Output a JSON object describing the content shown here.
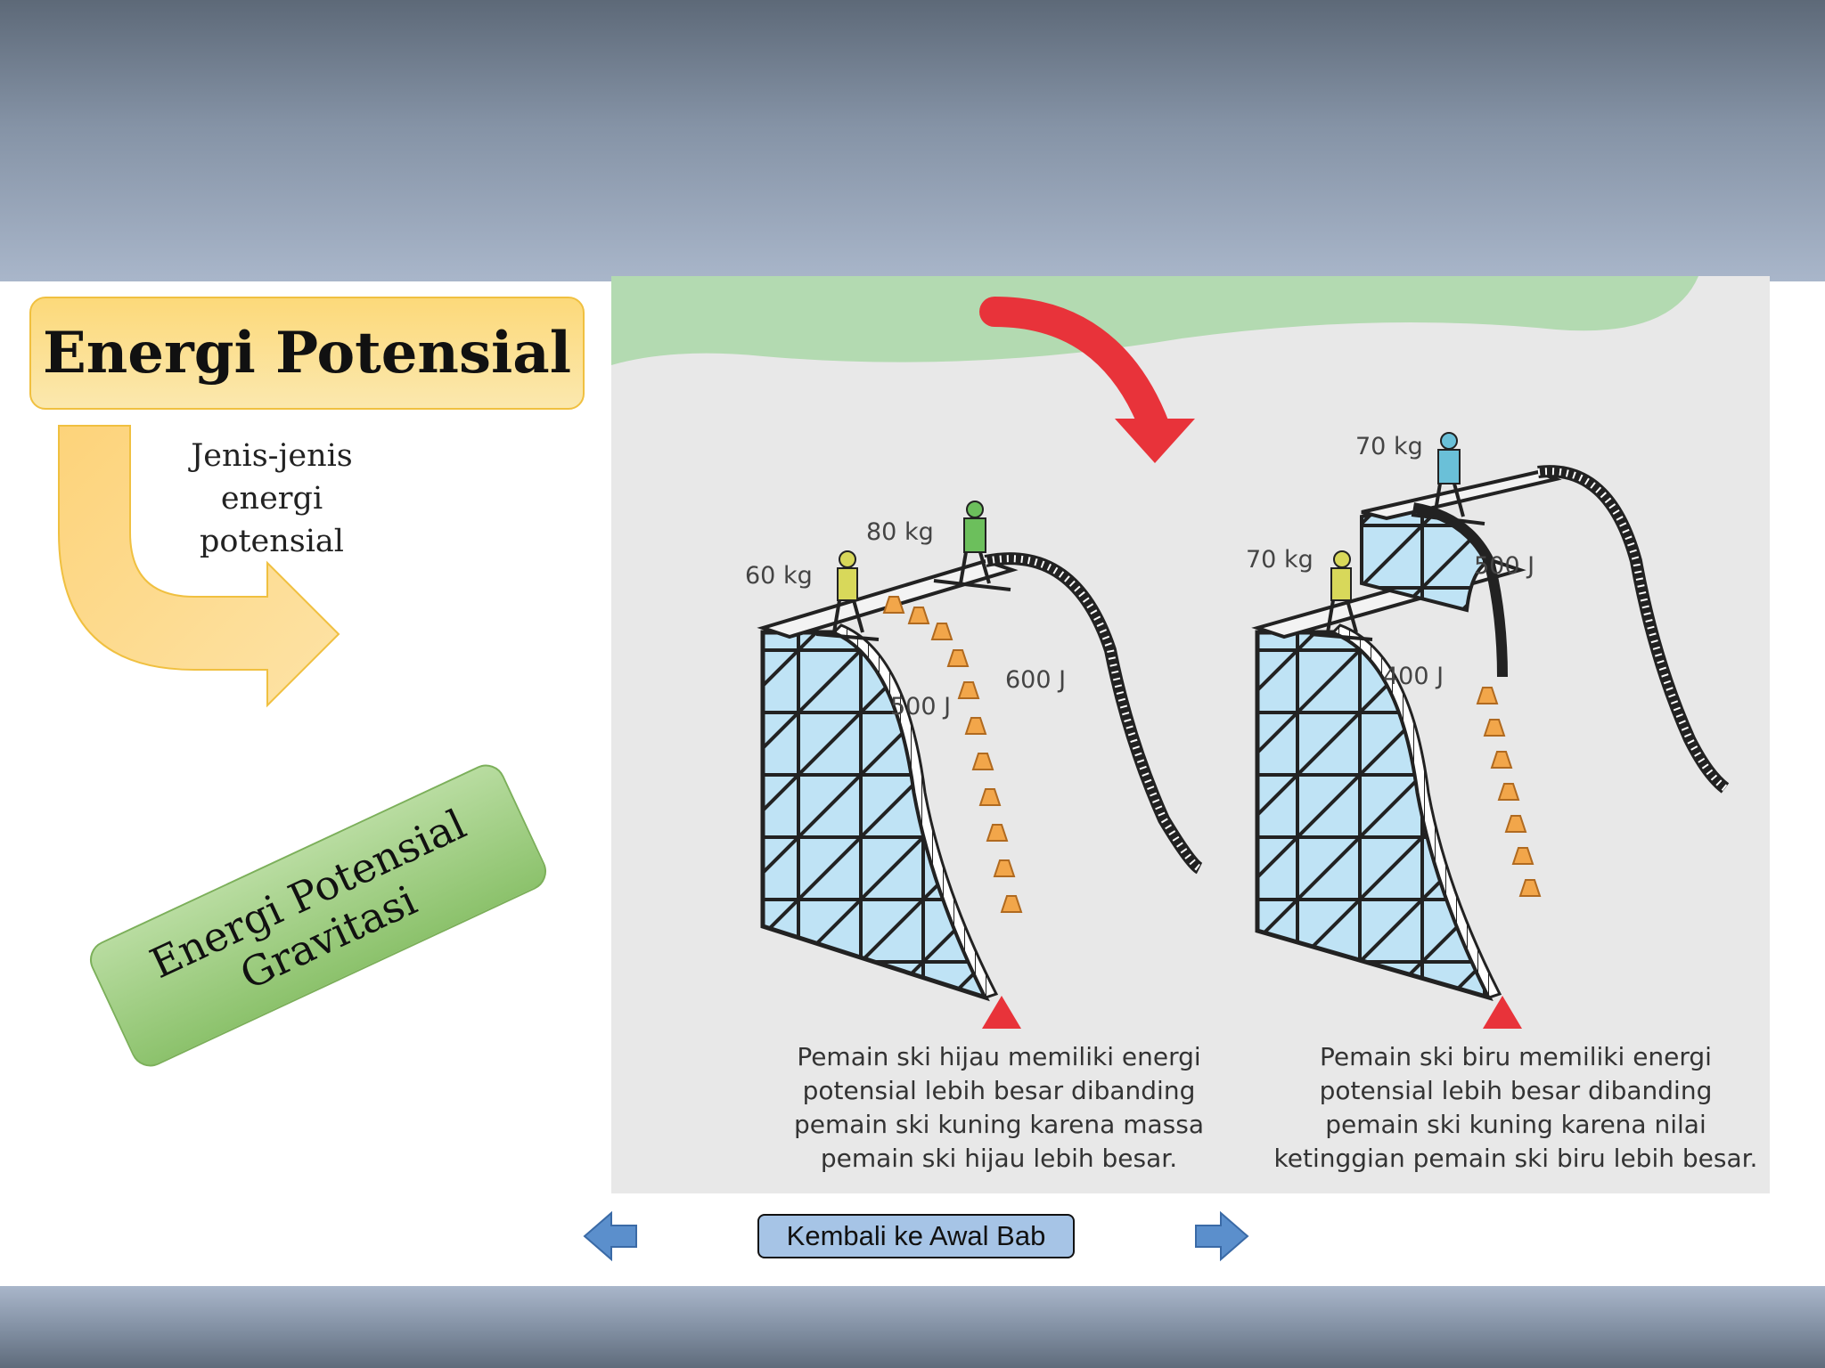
{
  "slide": {
    "title": "Energi Potensial",
    "types_label": "Jenis-jenis\nenergi\npotensial",
    "gravity_label": "Energi Potensial\nGravitasi",
    "back_button": "Kembali ke Awal Bab"
  },
  "figure": {
    "left": {
      "skier_yellow_mass": "60 kg",
      "skier_green_mass": "80 kg",
      "energy_yellow": "500 J",
      "energy_green": "600 J",
      "caption": "Pemain ski hijau memiliki energi\npotensial lebih besar dibanding\npemain ski kuning karena massa\npemain ski hijau lebih besar."
    },
    "right": {
      "skier_blue_mass": "70 kg",
      "skier_yellow_mass": "70 kg",
      "energy_blue": "500 J",
      "energy_yellow": "400 J",
      "caption": "Pemain ski biru memiliki energi\npotensial lebih besar dibanding\npemain ski kuning karena nilai\nketinggian pemain ski biru lebih besar."
    }
  },
  "colors": {
    "title_fill": "#fcd97a",
    "gravity_fill": "#8cc26c",
    "button_fill": "#a6c4e6",
    "nav_arrow": "#5b8fcc",
    "scaffold_fill": "#bfe3f5",
    "cone": "#f2a64a",
    "marker_red": "#e8333a",
    "curved_arrow": "#e8333a"
  },
  "icons": [
    "bent-arrow-icon",
    "curved-arrow-icon",
    "arrow-left-icon",
    "arrow-right-icon",
    "skier-icon",
    "cone-icon",
    "triangle-marker-icon"
  ]
}
